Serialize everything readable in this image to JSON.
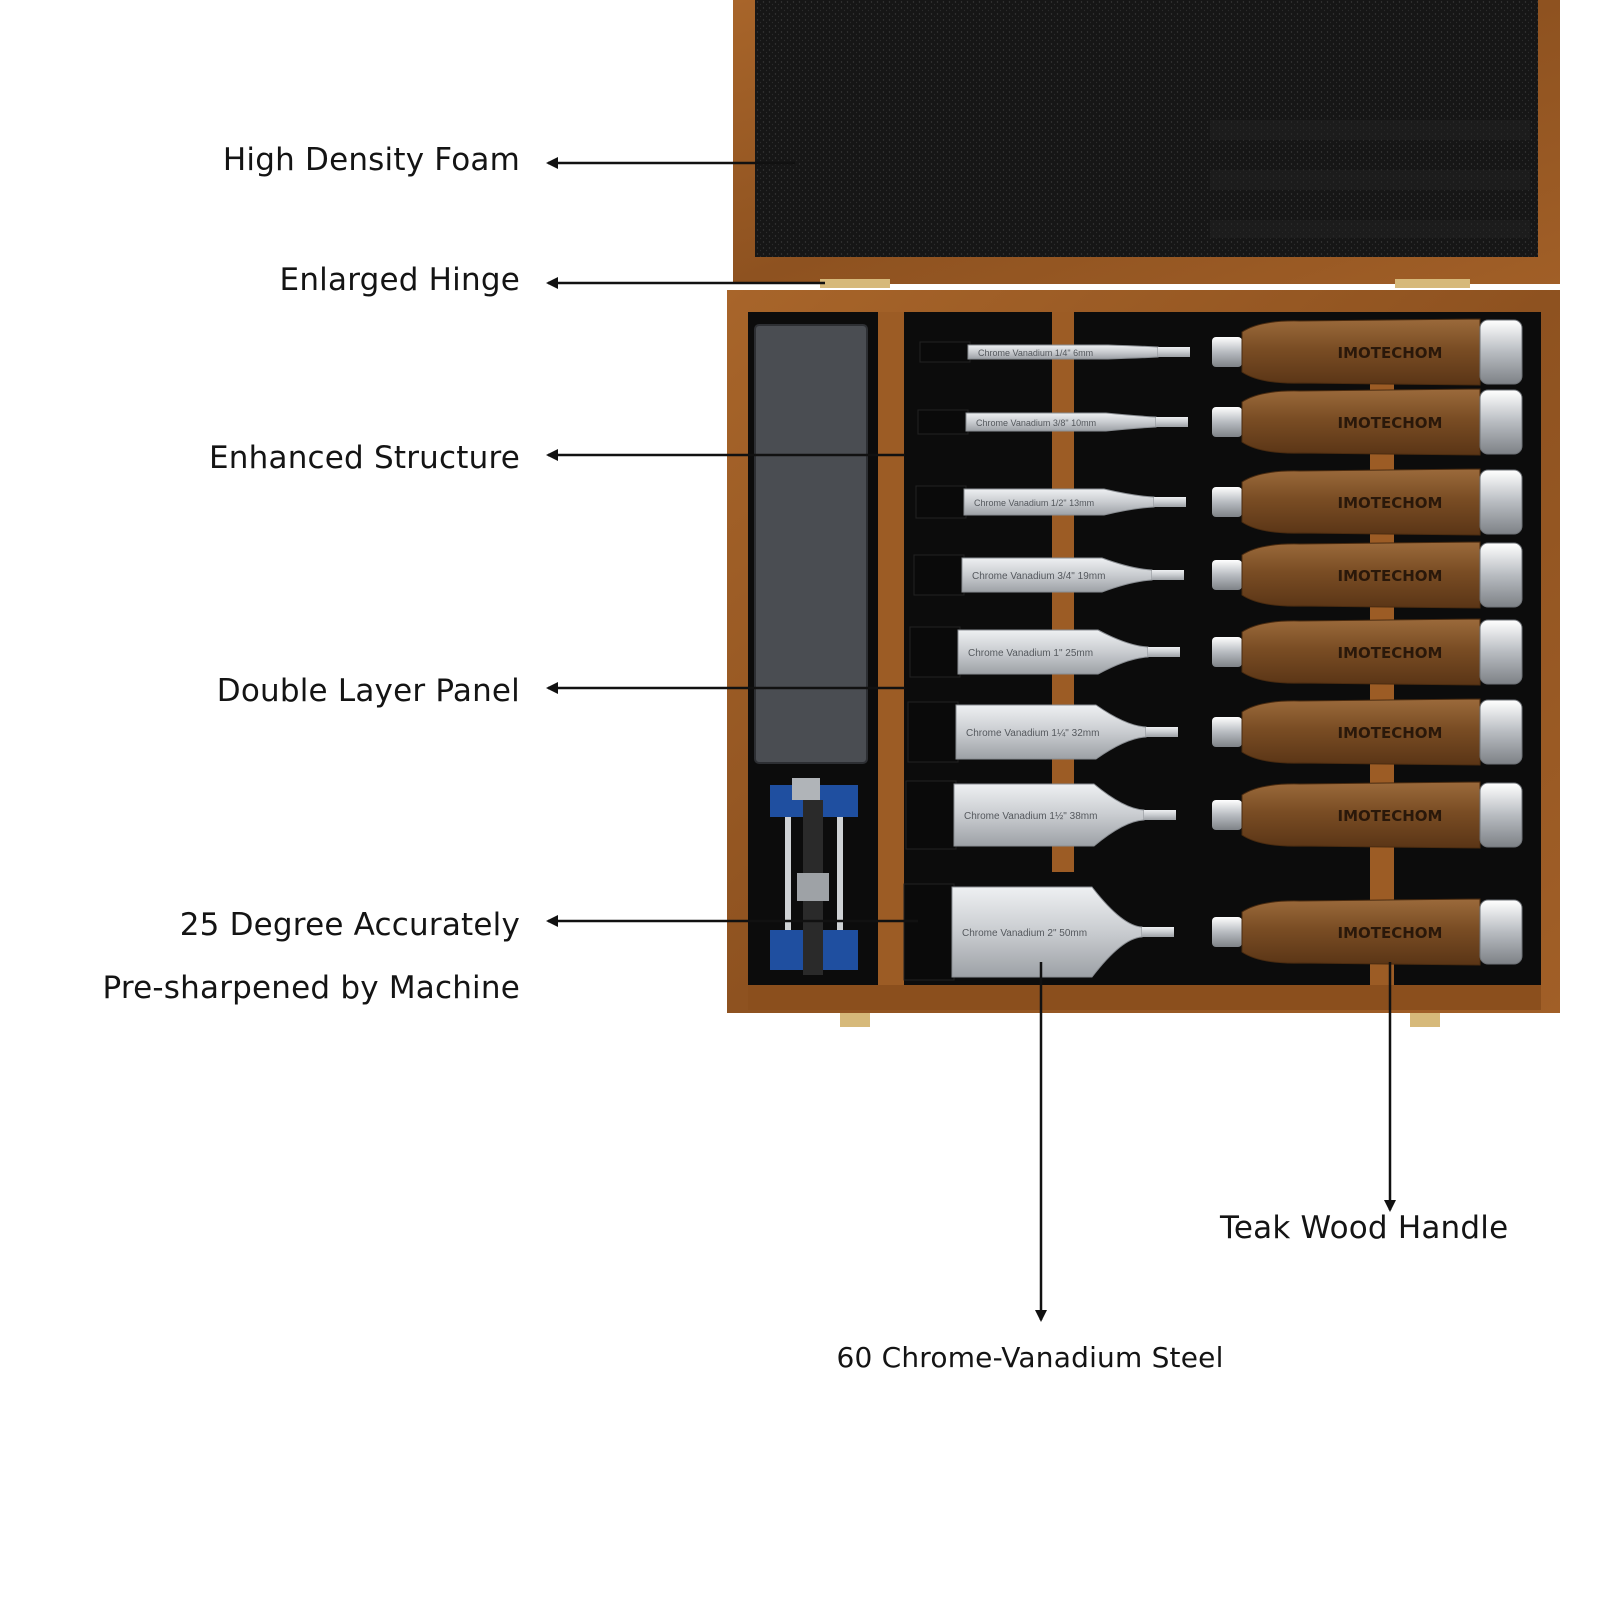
{
  "callouts": {
    "foam": "High Density Foam",
    "hinge": "Enlarged Hinge",
    "structure": "Enhanced Structure",
    "panel": "Double Layer Panel",
    "degree_line1": "25 Degree Accurately",
    "degree_line2": "Pre-sharpened by Machine",
    "handle": "Teak Wood Handle",
    "steel": "60 Chrome-Vanadium Steel"
  },
  "brand": "IMOTECHOM",
  "chisels": [
    {
      "label": "Chrome Vanadium  1/4\"  6mm"
    },
    {
      "label": "Chrome Vanadium  3/8\"  10mm"
    },
    {
      "label": "Chrome Vanadium  1/2\"  13mm"
    },
    {
      "label": "Chrome Vanadium  3/4\"  19mm"
    },
    {
      "label": "Chrome Vanadium  1\"    25mm"
    },
    {
      "label": "Chrome Vanadium  1¼\"  32mm"
    },
    {
      "label": "Chrome Vanadium  1½\"  38mm"
    },
    {
      "label": "Chrome Vanadium  2\"    50mm"
    }
  ],
  "colors": {
    "wood": "#9a5a22",
    "wood_dark": "#6e3d14",
    "foam": "#1a1a1a",
    "stone": "#4a4d52",
    "guide_blue": "#1f4fa0",
    "handle": "#7a4d24",
    "steel": "#d4d7da"
  }
}
